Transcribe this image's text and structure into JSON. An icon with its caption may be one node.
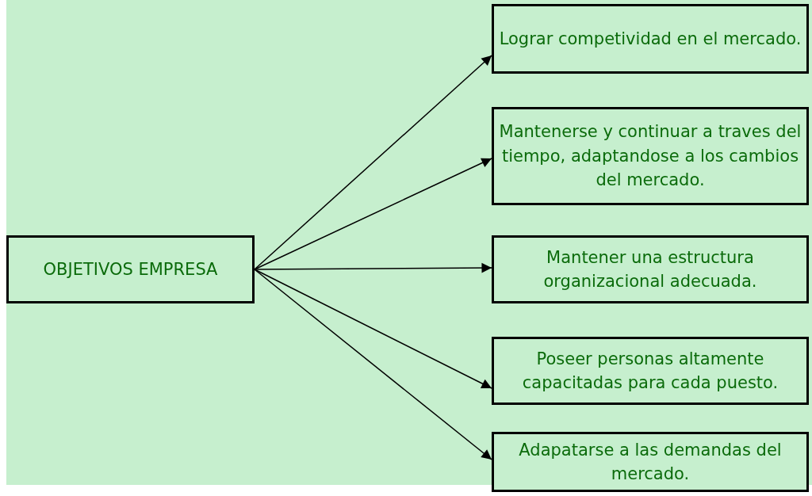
{
  "diagram": {
    "nodes": [
      {
        "text": [
          "OBJETIVOS EMPRESA"
        ]
      },
      {
        "text": [
          "Lograr competividad en el mercado."
        ]
      },
      {
        "text": [
          "Mantenerse y continuar a traves del tiempo, adaptandose a los cambios del mercado."
        ]
      },
      {
        "text": [
          "Mantener una estructura organizacional adecuada."
        ]
      },
      {
        "text": [
          "Poseer personas altamente capacitadas para cada puesto."
        ]
      },
      {
        "text": [
          "Adapatarse a las demandas del mercado."
        ]
      }
    ],
    "edges": [
      {
        "from": 0,
        "to": 1,
        "arrow": "to"
      },
      {
        "from": 0,
        "to": 2,
        "arrow": "to"
      },
      {
        "from": 0,
        "to": 3,
        "arrow": "to"
      },
      {
        "from": 0,
        "to": 4,
        "arrow": "to"
      },
      {
        "from": 0,
        "to": 5,
        "arrow": "to"
      }
    ]
  }
}
